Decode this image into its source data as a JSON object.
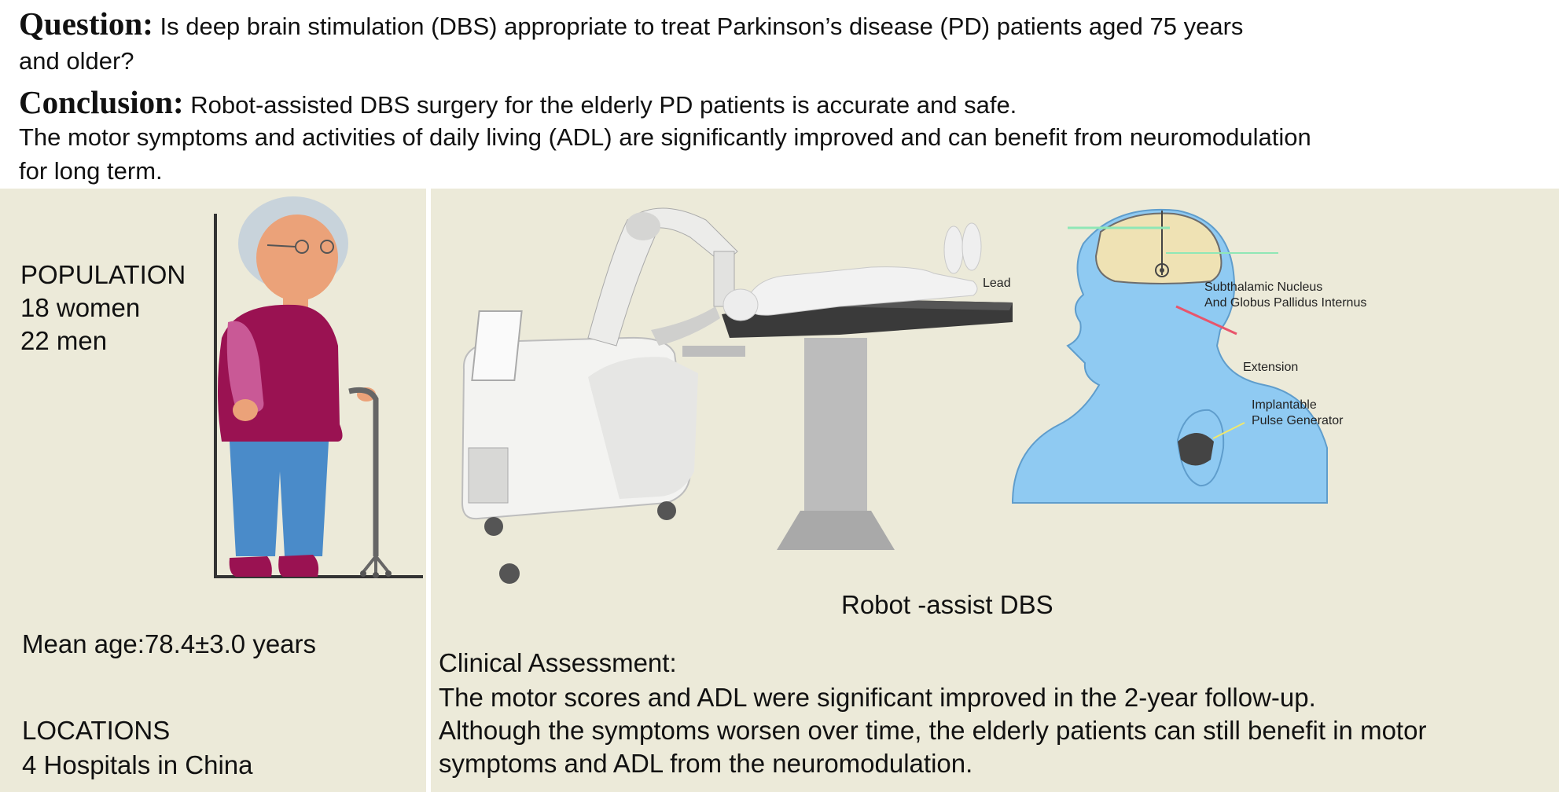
{
  "header": {
    "question_label": "Question:",
    "question_text": "Is deep brain stimulation (DBS) appropriate to treat  Parkinson’s disease (PD) patients  aged 75 years",
    "question_text_cont": "and older?",
    "conclusion_label": "Conclusion:",
    "conclusion_text": "Robot-assisted DBS surgery for the elderly PD patients is accurate and safe.",
    "conclusion_text_2": "The motor symptoms and activities of daily living (ADL) are significantly improved and can benefit from neuromodulation",
    "conclusion_text_3": "for long term."
  },
  "left": {
    "population_title": "POPULATION",
    "women": "18 women",
    "men": "22 men",
    "mean_age": "Mean age:78.4±3.0 years",
    "locations_title": "LOCATIONS",
    "locations_value": "4 Hospitals in China"
  },
  "right": {
    "labels": {
      "lead": "Lead",
      "nucleus_line1": "Subthalamic Nucleus",
      "nucleus_line2": "And Globus Pallidus Internus",
      "extension": "Extension",
      "ipg_line1": "Implantable",
      "ipg_line2": "Pulse Generator"
    },
    "caption": "Robot -assist DBS",
    "assessment_title": "Clinical Assessment:",
    "assessment_line1": " The motor scores and  ADL  were significant improved in the 2-year follow-up.",
    "assessment_line2": "Although the symptoms worsen over time, the elderly patients can still benefit in motor",
    "assessment_line3": "symptoms and ADL from the neuromodulation."
  },
  "colors": {
    "panel_bg": "#ecead9",
    "sweater": "#9a1252",
    "pants": "#4a8bc9",
    "head_silhouette": "#8fcaf2",
    "brain": "#efe2b4",
    "lead_line": "#8fe7b6",
    "extension_line": "#e8556c"
  }
}
